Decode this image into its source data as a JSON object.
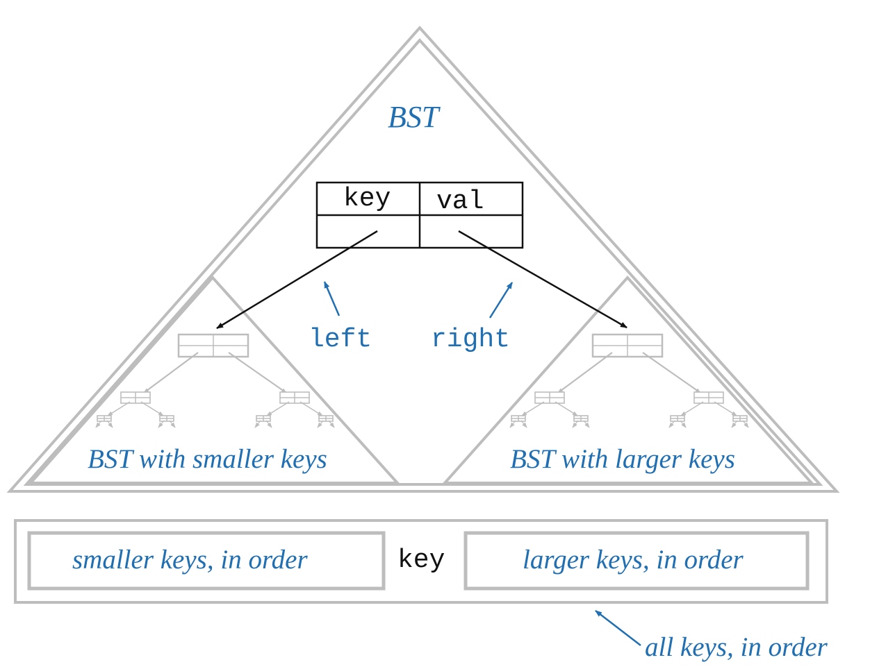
{
  "colors": {
    "outline": "#bdbdbd",
    "accent": "#1f6fb2",
    "ink": "#111111"
  },
  "tree": {
    "title": "BST",
    "node": {
      "key_label": "key",
      "val_label": "val"
    },
    "left_link": "left",
    "right_link": "right",
    "left_subtree": "BST with smaller keys",
    "right_subtree": "BST with larger keys"
  },
  "order": {
    "smaller": "smaller keys, in order",
    "middle": "key",
    "larger": "larger keys, in order",
    "caption": "all keys, in order"
  }
}
